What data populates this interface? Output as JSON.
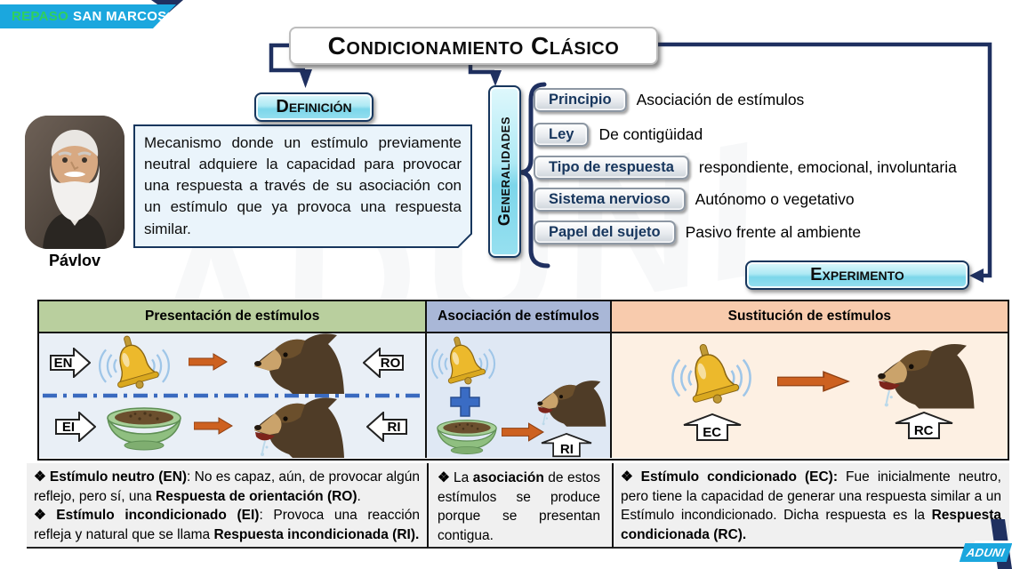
{
  "banner": {
    "brand_green": "REPASO",
    "brand_white": "SAN MARCOS"
  },
  "title": "Condicionamiento Clásico",
  "definition": {
    "heading": "Definición",
    "body": "Mecanismo donde un estímulo previamente neutral adquiere la capacidad para provocar una respuesta a través de su asociación con un estímulo que ya provoca una respuesta similar."
  },
  "pavlov": {
    "caption": "Pávlov"
  },
  "generalidades": {
    "heading": "Generalidades",
    "items": [
      {
        "label": "Principio",
        "value": "Asociación de estímulos"
      },
      {
        "label": "Ley",
        "value": "De contigüidad"
      },
      {
        "label": "Tipo de respuesta",
        "value": "respondiente, emocional, involuntaria"
      },
      {
        "label": "Sistema nervioso",
        "value": "Autónomo  o vegetativo"
      },
      {
        "label": "Papel del sujeto",
        "value": "Pasivo frente al ambiente"
      }
    ]
  },
  "experiment": {
    "heading": "Experimento"
  },
  "table": {
    "columns": [
      {
        "header": "Presentación de estímulos"
      },
      {
        "header": "Asociación de estímulos"
      },
      {
        "header": "Sustitución de estímulos"
      }
    ]
  },
  "tags": {
    "en": "EN",
    "ro": "RO",
    "ei": "EI",
    "ri": "RI",
    "ri2": "RI",
    "ec": "EC",
    "rc": "RC"
  },
  "notes": {
    "bullet": "❖",
    "col1_items": [
      {
        "segments": [
          {
            "t": "Estímulo neutro (EN)",
            "b": true
          },
          {
            "t": ": No es capaz, aún, de provocar algún reflejo, pero sí, una ",
            "b": false
          },
          {
            "t": "Respuesta de orientación (RO)",
            "b": true
          },
          {
            "t": ".",
            "b": false
          }
        ]
      },
      {
        "segments": [
          {
            "t": "Estímulo incondicionado (EI)",
            "b": true
          },
          {
            "t": ": Provoca una reacción refleja y natural que se llama ",
            "b": false
          },
          {
            "t": "Respuesta incondicionada (RI).",
            "b": true
          }
        ]
      }
    ],
    "col2": {
      "segments": [
        {
          "t": "La ",
          "b": false
        },
        {
          "t": "asociación",
          "b": true
        },
        {
          "t": " de estos estímulos se produce porque se presentan contigua.",
          "b": false
        }
      ]
    },
    "col3": {
      "segments": [
        {
          "t": "Estímulo condicionado (EC):",
          "b": true
        },
        {
          "t": " Fue inicialmente neutro, pero tiene la capacidad de generar una respuesta similar a un Estímulo incondicionado. Dicha respuesta es la ",
          "b": false
        },
        {
          "t": "Respuesta condicionada (RC).",
          "b": true
        }
      ]
    }
  },
  "logo": {
    "text": "ADUNI"
  },
  "watermark": "ADUNI",
  "colors": {
    "banner_cyan": "#1ba7de",
    "brand_green": "#2fd05c",
    "navy": "#1f3060",
    "header_green": "#b9cf9e",
    "header_blue": "#a9b7d7",
    "header_peach": "#f8cbad",
    "body_blue": "#e9eff6",
    "body_blue_2": "#dfe8f4",
    "body_peach": "#fdf0e3",
    "notes_gray": "#f0f0f0",
    "arrow_orange": "#cd6120",
    "plus_blue": "#3a6cc4"
  }
}
